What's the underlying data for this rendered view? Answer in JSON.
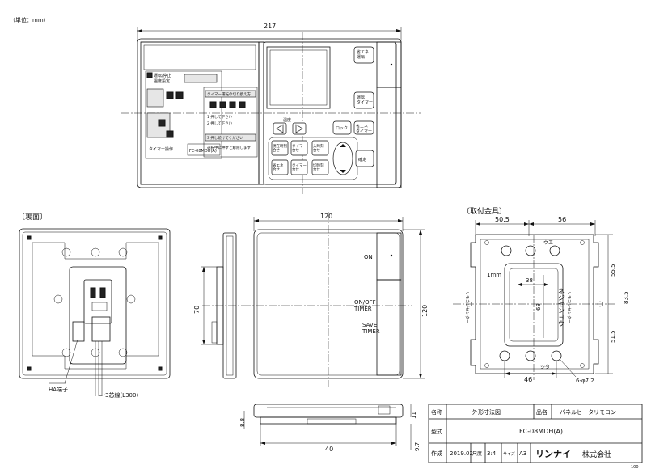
{
  "unit_note": "（単位：mm）",
  "front_view": {
    "width_dim": "217",
    "label_sheet": {
      "line1": "運転/停止",
      "line2": "温度設定",
      "instructions": [
        "タイマー操作",
        "タイマー運転の切り換え方",
        "1 押して下さい",
        "2 押して下さい",
        "3 押し続けてください",
        "運転中に押すと解除します"
      ],
      "model_sticker": "FC-08MDH(A)"
    },
    "buttons": {
      "eco_run": "省エネ\n運転",
      "run_timer": "運転\nタイマー",
      "temp": "温度",
      "lock": "ロック",
      "eco_timer": "省エネ\nタイマー",
      "time_set_1": "現在時刻\n合せ",
      "timer_set_1": "タイマー\n合せ",
      "on_time_set": "入時刻\n合せ",
      "eco_set": "省エネ\n合せ",
      "timer_set_2": "タイマー\n合せ",
      "off_time_set": "切時刻\n合せ",
      "confirm": "確定"
    }
  },
  "rear_view": {
    "title": "〔裏面〕",
    "ha_terminal": "HA端子",
    "cable": "3芯線(L300)"
  },
  "side_view": {
    "height_dim": "70"
  },
  "main_view": {
    "width_dim": "120",
    "height_dim": "120",
    "on_label": "ON",
    "on_off_timer": "ON/OFF\nTIMER",
    "save_timer": "SAVE\nTIMER"
  },
  "bottom_view": {
    "dim_thickness": "8.8",
    "dim_top": "11",
    "dim_depth": "9.7",
    "dim_width": "40"
  },
  "bracket_view": {
    "title": "〔取付金具〕",
    "dim_left": "50.5",
    "dim_right": "56",
    "dim_inner_width": "38",
    "dim_inner_height": "68",
    "dim_bottom": "46",
    "dim_h1": "55.5",
    "dim_h2": "83.5",
    "dim_h3": "51.5",
    "hole_label": "6-φ7.2",
    "mm_label": "1mm",
    "marking_ue": "ウエ",
    "marking_shita": "シタ",
    "vertical_text": "ネジセンヨウ",
    "remocon_left": "リモコンセンター",
    "remocon_right": "リモコンセンター"
  },
  "title_block": {
    "label_name": "名称",
    "name": "外形寸法図",
    "label_product": "品名",
    "product": "パネルヒータリモコン",
    "label_model": "型式",
    "model": "FC-08MDH(A)",
    "label_made": "作成",
    "date": "2019.02",
    "label_scale": "尺度",
    "scale": "3:4",
    "label_size": "サイズ",
    "size": "A3",
    "company_brand": "リンナイ",
    "company_suffix": "株式会社",
    "page_no": "100"
  }
}
